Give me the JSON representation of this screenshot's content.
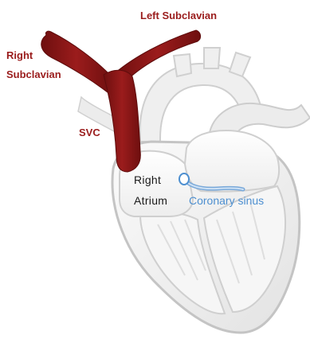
{
  "labels": {
    "left_subclavian": "Left Subclavian",
    "right_subclavian_line1": "Right",
    "right_subclavian_line2": "Subclavian",
    "svc": "SVC",
    "right_atrium_line1": "Right",
    "right_atrium_line2": "Atrium",
    "coronary_sinus": "Coronary sinus"
  },
  "colors": {
    "vein": "#8b1717",
    "vein_label": "#9a1c1c",
    "sinus": "#4d8fd0",
    "heart_outline": "#c7c7c7",
    "heart_fill": "#f1f1f1"
  }
}
